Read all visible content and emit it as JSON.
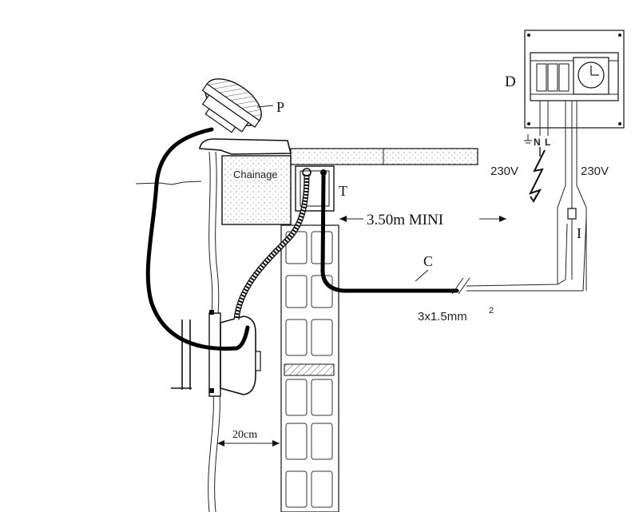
{
  "labels": {
    "projector": "P",
    "cabinet": "D",
    "transformer": "T",
    "cable": "C",
    "switch": "I",
    "chainage": "Chainage",
    "distance": "3.50m MINI",
    "wall_gap": "20cm",
    "section_base": "3x1.5mm",
    "section_exp": "2",
    "voltage_left": "230V",
    "voltage_right": "230V",
    "neutral": "N",
    "line": "L"
  },
  "colors": {
    "ink": "#111111",
    "paper": "#ffffff",
    "hatch": "#888888"
  },
  "icons": [
    "lightning-icon",
    "earth-ground-icon",
    "timer-clock-icon"
  ]
}
